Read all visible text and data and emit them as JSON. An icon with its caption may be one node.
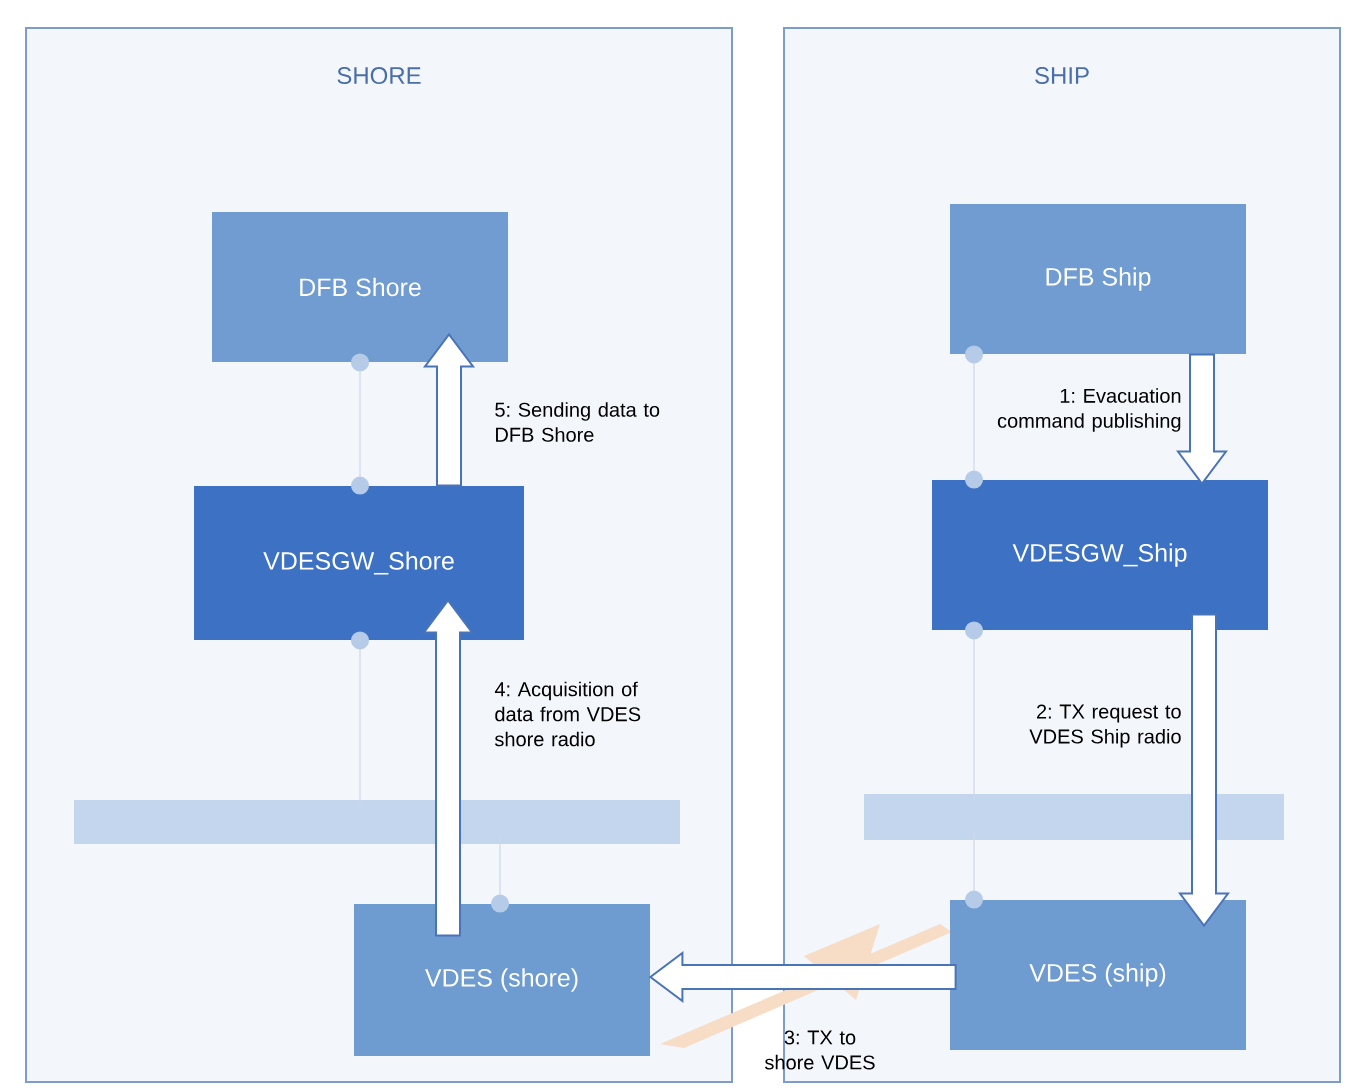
{
  "diagram": {
    "nodes": [
      {
        "text": [
          "SHORE"
        ]
      },
      {
        "text": [
          "DFB Shore"
        ],
        "in": 0
      },
      {
        "text": [
          "VDESGW_Shore"
        ],
        "in": 0
      },
      {
        "text": [],
        "shape": "bar",
        "in": 0
      },
      {
        "text": [
          "VDES (shore)"
        ],
        "in": 0
      },
      {
        "text": [
          "SHIP"
        ]
      },
      {
        "text": [
          "DFB Ship"
        ],
        "in": 5
      },
      {
        "text": [
          "VDESGW_Ship"
        ],
        "in": 5
      },
      {
        "text": [],
        "shape": "bar",
        "in": 5
      },
      {
        "text": [
          "VDES (ship)"
        ],
        "in": 5
      }
    ],
    "edges": [
      {
        "from": 6,
        "to": 7,
        "arrow": "to",
        "label": "1: Evacuation command publishing"
      },
      {
        "from": 7,
        "to": 9,
        "arrow": "to",
        "label": "2: TX request to VDES Ship radio"
      },
      {
        "from": 9,
        "to": 4,
        "arrow": "to",
        "label": "3: TX to shore VDES"
      },
      {
        "from": 4,
        "to": 2,
        "arrow": "to",
        "label": "4: Acquisition of data from VDES shore radio"
      },
      {
        "from": 2,
        "to": 1,
        "arrow": "to",
        "label": "5: Sending data to DFB Shore"
      },
      {
        "from": 1,
        "to": 2,
        "arrow": "other",
        "color": "#cfd8e6"
      },
      {
        "from": 2,
        "to": 3,
        "arrow": "other",
        "color": "#cfd8e6"
      },
      {
        "from": 3,
        "to": 4,
        "arrow": "other",
        "color": "#cfd8e6"
      },
      {
        "from": 6,
        "to": 7,
        "arrow": "other",
        "color": "#cfd8e6"
      },
      {
        "from": 7,
        "to": 8,
        "arrow": "other",
        "color": "#cfd8e6"
      },
      {
        "from": 8,
        "to": 9,
        "arrow": "other",
        "color": "#cfd8e6"
      }
    ]
  }
}
